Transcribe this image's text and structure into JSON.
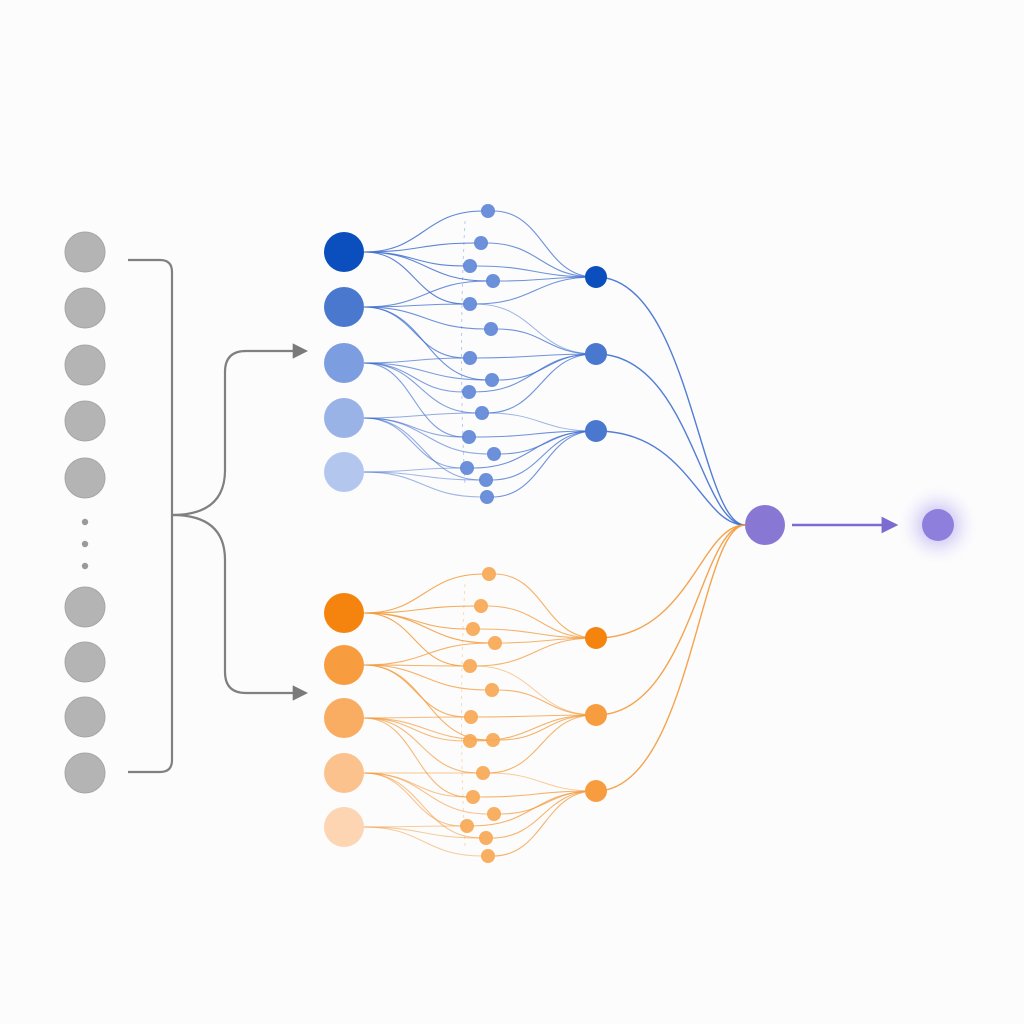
{
  "diagram": {
    "type": "neural-network-two-branch",
    "colors": {
      "background": "#fcfcfc",
      "input_node": "#b4b4b4",
      "input_node_stroke": "#a6a6a6",
      "connector": "#808080",
      "arrow": "#7a7a7a",
      "blue_shades": [
        "#0a4fbd",
        "#4a78cf",
        "#7c9ddf",
        "#99b3e6",
        "#b3c7ee"
      ],
      "blue_line": "#3f6fcf",
      "blue_small": "#5d84d6",
      "orange_shades": [
        "#f5840f",
        "#f89d3f",
        "#f9ad62",
        "#fbc28e",
        "#fdd5b3"
      ],
      "orange_line": "#f39a3a",
      "orange_small": "#f7a650",
      "merge_node": "#8878d4",
      "merge_line": "#7d6cd0",
      "output_node": "#8f7fdc",
      "output_glow": "#b9aef0"
    },
    "input_column": {
      "visible_nodes": 9,
      "ellipsis_dots": 3
    },
    "branches": [
      {
        "name": "",
        "color": "blue",
        "large_nodes": 5,
        "small_nodes": 15,
        "hidden_nodes": 3
      },
      {
        "name": "",
        "color": "orange",
        "large_nodes": 5,
        "small_nodes": 15,
        "hidden_nodes": 3
      }
    ],
    "merge": {
      "nodes": 1
    },
    "output": {
      "nodes": 1,
      "glow": true
    }
  }
}
